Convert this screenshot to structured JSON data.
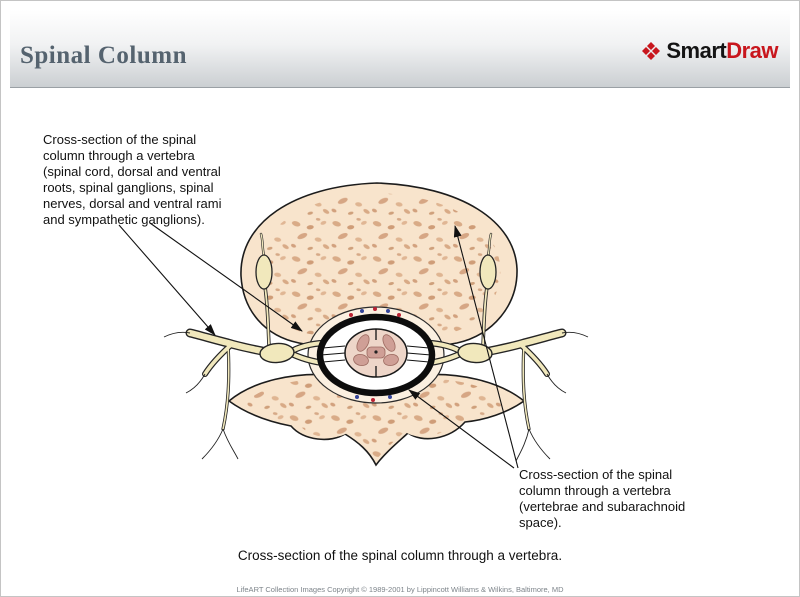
{
  "header": {
    "title": "Spinal Column",
    "title_color": "#55636f",
    "logo": {
      "smart": "Smart",
      "draw": "Draw",
      "accent": "#c8161d",
      "icon": "smartdraw-diamonds-icon"
    }
  },
  "annotations": {
    "left": "Cross-section of the spinal\ncolumn through a vertebra\n(spinal cord, dorsal and ventral\nroots, spinal ganglions, spinal\nnerves, dorsal and ventral rami\nand sympathetic ganglions).",
    "right": "Cross-section of the spinal\ncolumn through a vertebra\n(vertebrae and subarachnoid\nspace)."
  },
  "caption": "Cross-section of the spinal column through a vertebra.",
  "footer": "LifeART Collection Images Copyright © 1989-2001 by Lippincott Williams & Wilkins, Baltimore, MD",
  "figure": {
    "name": "vertebra-cross-section",
    "colors": {
      "bone": "#f8e4cc",
      "speckle": "#d9ab87",
      "nerve": "#f1e8bc",
      "cord": "#eed6c9",
      "gray_matter": "#cf9f96",
      "outline": "#111111",
      "vessel_red": "#bb2233",
      "vessel_blue": "#334499"
    }
  }
}
